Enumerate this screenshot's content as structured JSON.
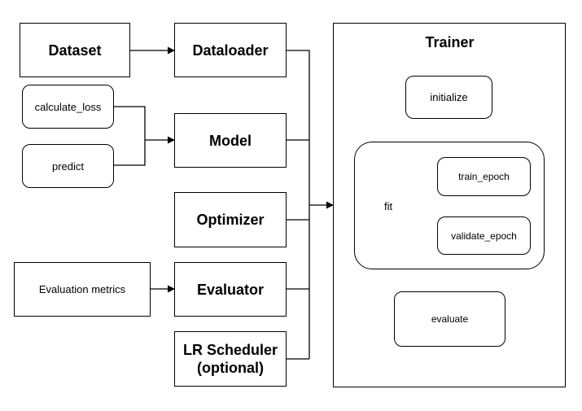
{
  "inputs": {
    "dataset": "Dataset",
    "calculate_loss": "calculate_loss",
    "predict": "predict",
    "evaluation_metrics": "Evaluation metrics"
  },
  "components": {
    "dataloader": "Dataloader",
    "model": "Model",
    "optimizer": "Optimizer",
    "evaluator": "Evaluator",
    "lr_scheduler_line1": "LR Scheduler",
    "lr_scheduler_line2": "(optional)"
  },
  "trainer": {
    "title": "Trainer",
    "initialize": "initialize",
    "fit": "fit",
    "train_epoch": "train_epoch",
    "validate_epoch": "validate_epoch",
    "evaluate": "evaluate"
  }
}
